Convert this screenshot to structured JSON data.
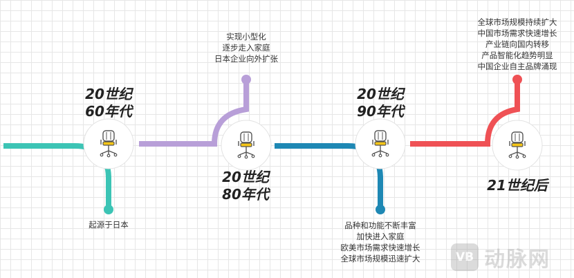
{
  "colors": {
    "stage1": "#3cc4b5",
    "stage2": "#b89fd8",
    "stage3": "#1e88b4",
    "stage4": "#ef5155",
    "icon_yellow": "#f5c516",
    "icon_line": "#555555"
  },
  "stages": [
    {
      "era_line1": "20世纪",
      "era_line2": "60年代",
      "icon": "office-chair-icon",
      "descriptions": [
        "起源于日本"
      ]
    },
    {
      "era_line1": "20世纪",
      "era_line2": "80年代",
      "icon": "office-chair-icon",
      "descriptions": [
        "实现小型化",
        "逐步走入家庭",
        "日本企业向外扩张"
      ]
    },
    {
      "era_line1": "20世纪",
      "era_line2": "90年代",
      "icon": "office-chair-icon",
      "descriptions": [
        "品种和功能不断丰富",
        "加快进入家庭",
        "欧美市场需求快速增长",
        "全球市场规模迅速扩大"
      ]
    },
    {
      "era_line1": "21世纪后",
      "icon": "office-chair-icon",
      "descriptions": [
        "全球市场规模持续扩大",
        "中国市场需求快速增长",
        "产业链向国内转移",
        "产品智能化趋势明显",
        "中国企业自主品牌涌现"
      ]
    }
  ],
  "watermark": {
    "logo": "VB",
    "text": "动脉网"
  }
}
